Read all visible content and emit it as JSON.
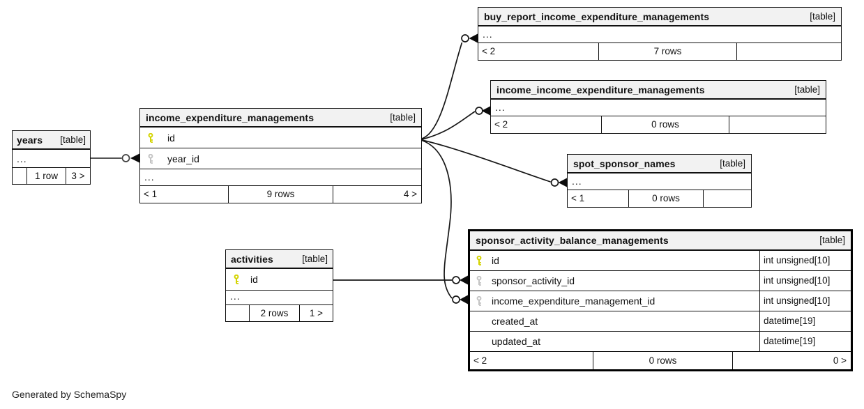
{
  "page": {
    "credit": "Generated by SchemaSpy"
  },
  "colors": {
    "table_header_bg": "#f2f2f2",
    "table_border": "#101010",
    "focus_table_border": "#000000",
    "primary_key_icon": "#d4d400",
    "foreign_key_icon": "#c4c4c4",
    "relationship_line": "#161616"
  },
  "tables": {
    "years": {
      "name": "years",
      "tag": "[table]",
      "ellipsis": "...",
      "footer": {
        "parents": "",
        "rows": "1 row",
        "children": "3 >"
      }
    },
    "income_expenditure_managements": {
      "name": "income_expenditure_managements",
      "tag": "[table]",
      "ellipsis": "...",
      "columns": [
        {
          "icon": "primary-key",
          "name": "id"
        },
        {
          "icon": "foreign-key",
          "name": "year_id"
        }
      ],
      "footer": {
        "parents": "< 1",
        "rows": "9 rows",
        "children": "4 >"
      }
    },
    "buy_report_income_expenditure_managements": {
      "name": "buy_report_income_expenditure_managements",
      "tag": "[table]",
      "ellipsis": "...",
      "footer": {
        "parents": "< 2",
        "rows": "7 rows",
        "children": ""
      }
    },
    "income_income_expenditure_managements": {
      "name": "income_income_expenditure_managements",
      "tag": "[table]",
      "ellipsis": "...",
      "footer": {
        "parents": "< 2",
        "rows": "0 rows",
        "children": ""
      }
    },
    "spot_sponsor_names": {
      "name": "spot_sponsor_names",
      "tag": "[table]",
      "ellipsis": "...",
      "footer": {
        "parents": "< 1",
        "rows": "0 rows",
        "children": ""
      }
    },
    "activities": {
      "name": "activities",
      "tag": "[table]",
      "ellipsis": "...",
      "columns": [
        {
          "icon": "primary-key",
          "name": "id"
        }
      ],
      "footer": {
        "parents": "",
        "rows": "2 rows",
        "children": "1 >"
      }
    },
    "sponsor_activity_balance_managements": {
      "name": "sponsor_activity_balance_managements",
      "tag": "[table]",
      "ellipsis": "...",
      "columns": [
        {
          "icon": "primary-key",
          "name": "id",
          "type": "int unsigned[10]"
        },
        {
          "icon": "foreign-key",
          "name": "sponsor_activity_id",
          "type": "int unsigned[10]"
        },
        {
          "icon": "foreign-key",
          "name": "income_expenditure_management_id",
          "type": "int unsigned[10]"
        },
        {
          "icon": "none",
          "name": "created_at",
          "type": "datetime[19]"
        },
        {
          "icon": "none",
          "name": "updated_at",
          "type": "datetime[19]"
        }
      ],
      "footer": {
        "parents": "< 2",
        "rows": "0 rows",
        "children": "0 >"
      }
    }
  }
}
